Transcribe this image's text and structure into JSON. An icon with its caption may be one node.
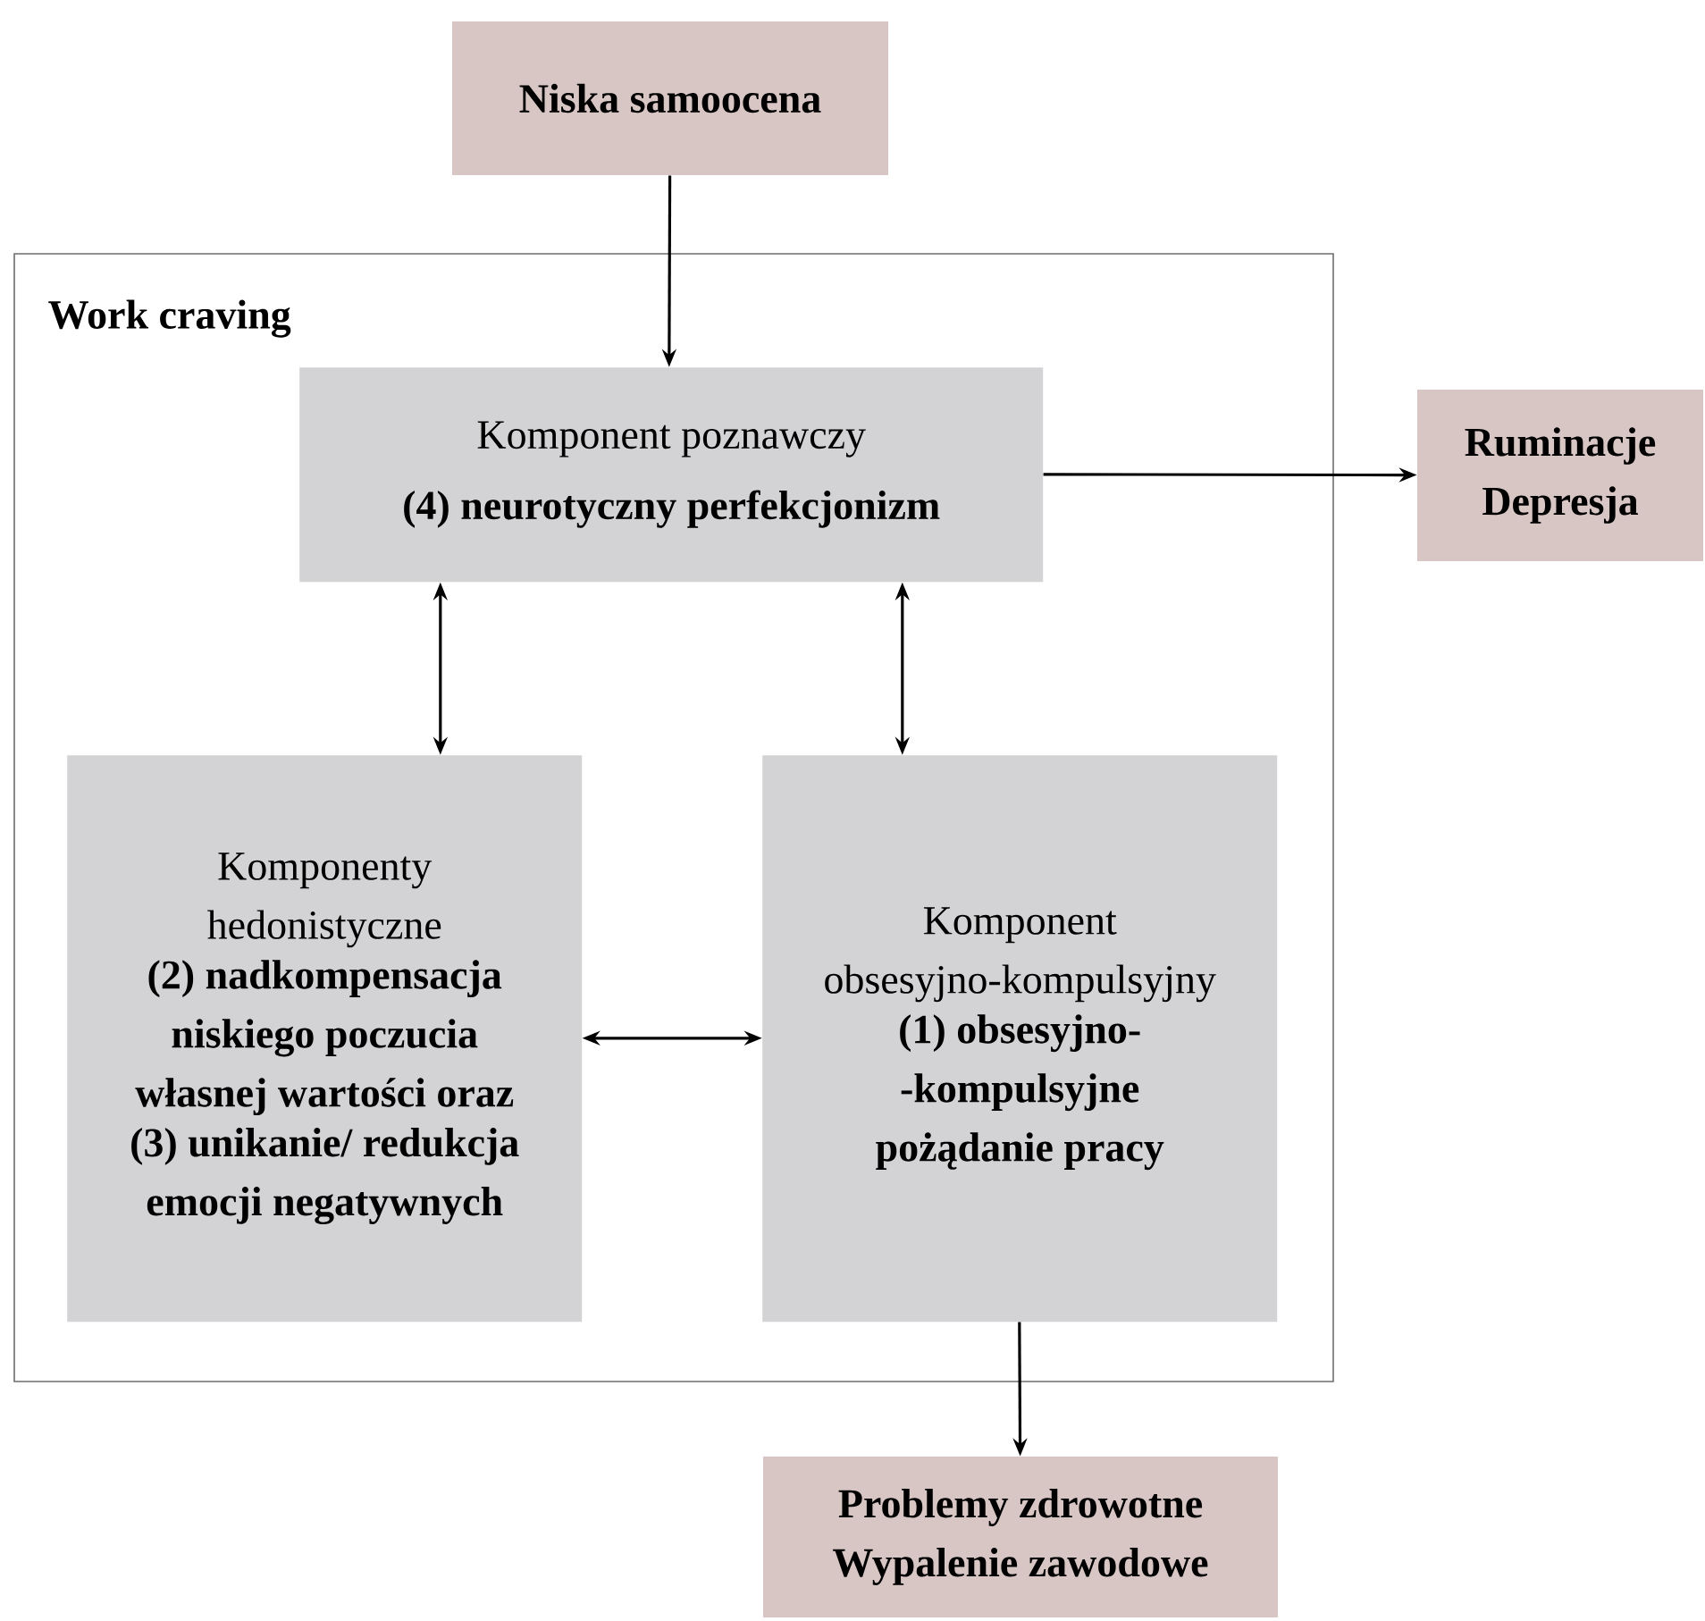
{
  "diagram": {
    "nodes": [
      {
        "text": [
          "Niska samoocena"
        ]
      },
      {
        "text": [
          "Work craving"
        ]
      },
      {
        "text": [
          "Komponent poznawczy",
          "(4) neurotyczny perfekcjonizm"
        ],
        "in": 1
      },
      {
        "text": [
          "Ruminacje Depresja"
        ]
      },
      {
        "text": [
          "Komponenty hedonistyczne",
          "(2) nadkompensacja niskiego poczucia własnej wartości oraz",
          "(3) unikanie/ redukcja emocji negatywnych"
        ],
        "in": 1
      },
      {
        "text": [
          "Komponent obsesyjno-kompulsyjny",
          "(1) obsesyjno- -kompulsyjne pożądanie pracy"
        ],
        "in": 1
      },
      {
        "text": [
          "Problemy zdrowotne Wypalenie zawodowe"
        ]
      }
    ],
    "edges": [
      {
        "from": 0,
        "to": 2,
        "arrow": "to"
      },
      {
        "from": 2,
        "to": 3,
        "arrow": "to"
      },
      {
        "from": 2,
        "to": 4,
        "arrow": "both"
      },
      {
        "from": 2,
        "to": 5,
        "arrow": "both"
      },
      {
        "from": 4,
        "to": 5,
        "arrow": "both"
      },
      {
        "from": 5,
        "to": 6,
        "arrow": "to"
      }
    ]
  }
}
